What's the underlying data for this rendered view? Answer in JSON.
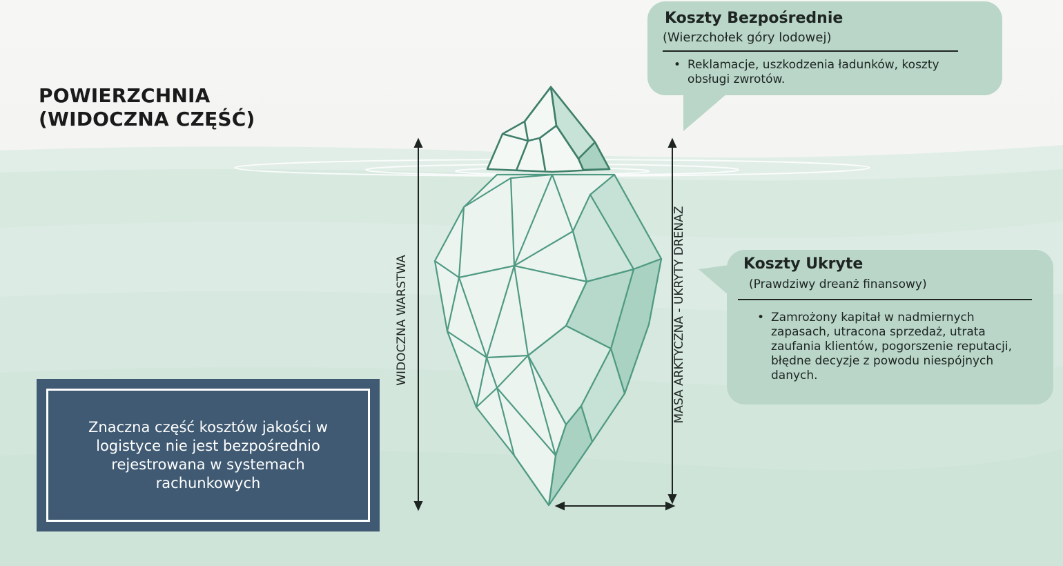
{
  "surface": {
    "line1": "POWIERZCHNIA",
    "line2": "(WIDOCZNA CZĘŚĆ)"
  },
  "direct_costs": {
    "title": "Koszty Bezpośrednie",
    "subtitle": "(Wierzchołek góry lodowej)",
    "items": [
      "Reklamacje, uszkodzenia ładunków, koszty obsługi zwrotów."
    ]
  },
  "hidden_costs": {
    "title": "Koszty Ukryte",
    "subtitle": "(Prawdziwy dreanż finansowy)",
    "items": [
      "Zamrożony kapitał w nadmiernych zapasach, utracona sprzedaż, utrata zaufania klientów, pogorszenie reputacji, błędne decyzje z powodu niespójnych danych."
    ]
  },
  "labels": {
    "visible_layer": "WIDOCZNA WARSTWA",
    "arctic_mass": "MASA ARKTYCZNA - UKRYTY DRENAŻ"
  },
  "note": {
    "text": "Znaczna część kosztów jakości w logistyce nie jest bezpośrednio rejestrowana w systemach rachunkowych"
  },
  "colors": {
    "bubble": "#b9d6c8",
    "note_bg": "#3f5a72",
    "ice_stroke": "#4f9a82",
    "water": "#d9ebe3"
  }
}
